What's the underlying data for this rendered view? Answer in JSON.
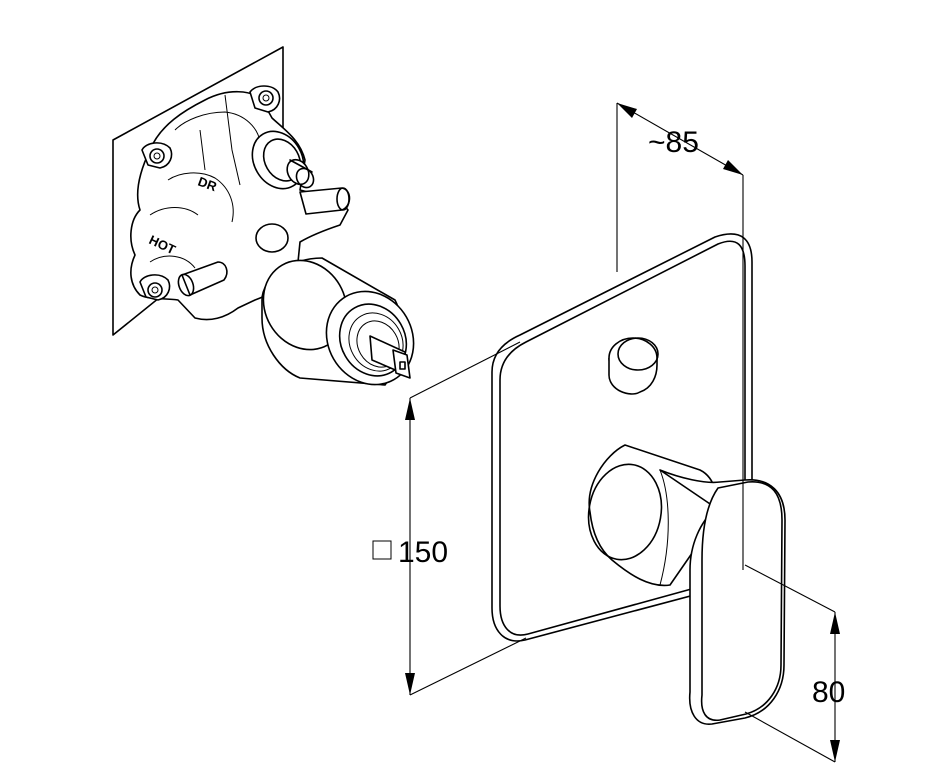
{
  "dimensions": {
    "depth_label": "~85",
    "plate_size_label": "150",
    "plate_size_symbol": "square",
    "lever_height_label": "80"
  },
  "body_labels": {
    "diverter": "DR",
    "hot": "HOT"
  }
}
